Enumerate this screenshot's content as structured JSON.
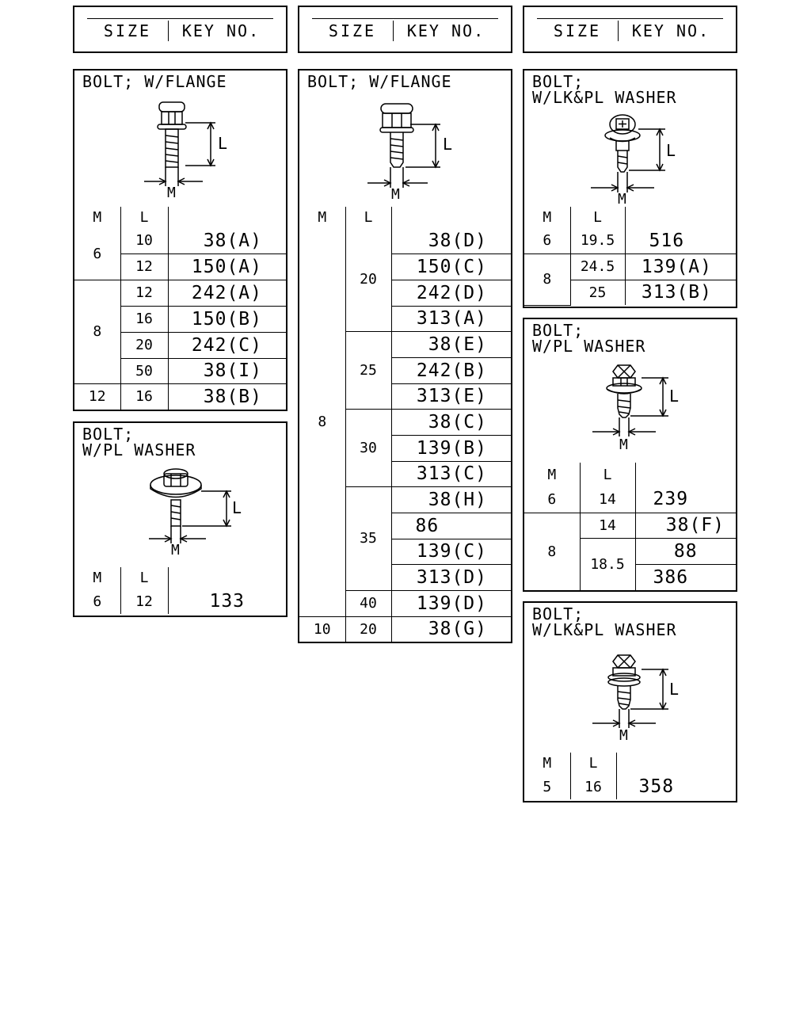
{
  "header": {
    "size_label": "SIZE",
    "key_label": "KEY NO."
  },
  "col_labels": {
    "m": "M",
    "l": "L"
  },
  "panels": {
    "p1": {
      "title": "BOLT; W/FLANGE",
      "rows": [
        {
          "m": "6",
          "l": "10",
          "key": "38(A)"
        },
        {
          "l": "12",
          "key": "150(A)"
        },
        {
          "m": "8",
          "l": "12",
          "key": "242(A)"
        },
        {
          "l": "16",
          "key": "150(B)"
        },
        {
          "l": "20",
          "key": "242(C)"
        },
        {
          "l": "50",
          "key": "38(I)"
        },
        {
          "m": "12",
          "l": "16",
          "key": "38(B)"
        }
      ]
    },
    "p2": {
      "title": "BOLT;\nW/PL WASHER",
      "rows": [
        {
          "m": "6",
          "l": "12",
          "key": "133"
        }
      ]
    },
    "p3": {
      "title": "BOLT; W/FLANGE",
      "m8": "8",
      "l20": "20",
      "l25": "25",
      "l30": "30",
      "l35": "35",
      "l40": "40",
      "m10": "10",
      "l20b": "20",
      "keys": [
        "38(D)",
        "150(C)",
        "242(D)",
        "313(A)",
        "38(E)",
        "242(B)",
        "313(E)",
        "38(C)",
        "139(B)",
        "313(C)",
        "38(H)",
        "86",
        "139(C)",
        "313(D)",
        "139(D)",
        "38(G)"
      ]
    },
    "p4": {
      "title": "BOLT;\nW/LK&PL WASHER",
      "rows": [
        {
          "m": "6",
          "l": "19.5",
          "key": "516"
        },
        {
          "m": "8",
          "l": "24.5",
          "key": "139(A)"
        },
        {
          "l": "25",
          "key": "313(B)"
        }
      ]
    },
    "p5": {
      "title": "BOLT;\nW/PL WASHER",
      "rows": [
        {
          "m": "6",
          "l": "14",
          "key": "239"
        },
        {
          "m": "8",
          "l": "14",
          "key": "38(F)"
        },
        {
          "l": "18.5",
          "key": "88"
        },
        {
          "key": "386"
        }
      ]
    },
    "p6": {
      "title": "BOLT;\nW/LK&PL WASHER",
      "rows": [
        {
          "m": "5",
          "l": "16",
          "key": "358"
        }
      ]
    }
  }
}
